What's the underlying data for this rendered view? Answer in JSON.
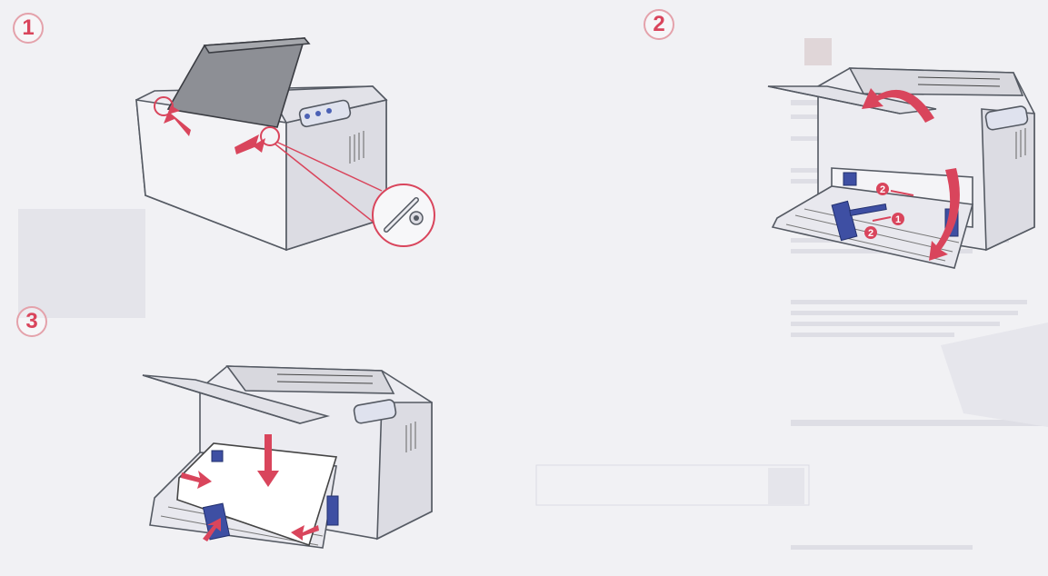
{
  "steps": [
    {
      "number": "1"
    },
    {
      "number": "2"
    },
    {
      "number": "3"
    }
  ],
  "guide_markers": [
    "2",
    "1",
    "2"
  ],
  "colors": {
    "background": "#f1f1f4",
    "accent_red": "#d9455c",
    "printer_body": "#e9e9ee",
    "printer_outline": "#555a63",
    "guide_blue": "#3e4fa3"
  },
  "icons": [
    "arrow-icon",
    "rotate-arrow-icon",
    "magnifier-callout-icon"
  ]
}
